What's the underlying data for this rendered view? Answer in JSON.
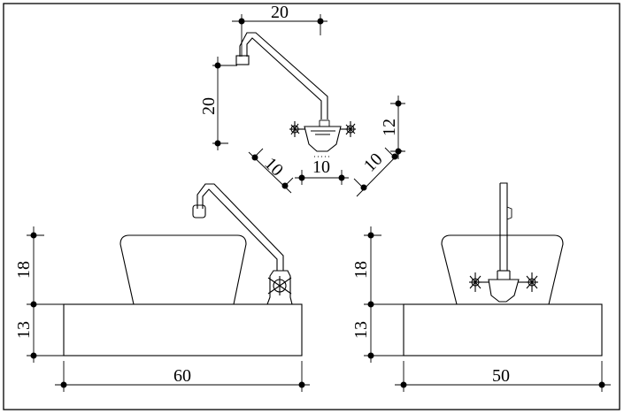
{
  "views": {
    "top_faucet": {
      "dims": {
        "spout_reach": "20",
        "spout_height": "20",
        "handle_height": "12",
        "base_left": "10",
        "base_center": "10",
        "base_right": "10"
      }
    },
    "front": {
      "dims": {
        "bowl_height": "18",
        "counter_height": "13",
        "width": "60"
      }
    },
    "side": {
      "dims": {
        "bowl_height": "18",
        "counter_height": "13",
        "width": "50"
      }
    }
  }
}
